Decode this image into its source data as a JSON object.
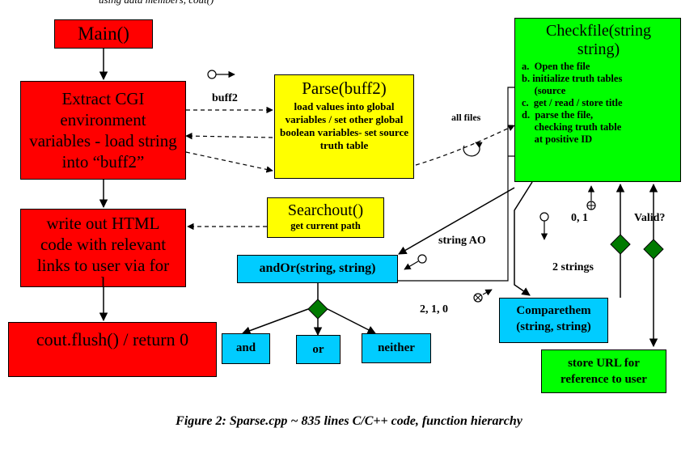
{
  "header_fragment": "using data members, cout()",
  "nodes": {
    "main": "Main()",
    "extract": "Extract CGI environment variables - load string into “buff2”",
    "write": "write out HTML code with relevant links to user via for",
    "write_cut": "l",
    "cout": "cout.flush() / return 0",
    "parse_title": "Parse(buff2)",
    "parse_desc": "load values into global variables / set other global boolean variables- set source truth table",
    "searchout_title": "Searchout()",
    "searchout_desc": "get current path",
    "andor": "andOr(string, string)",
    "and": "and",
    "or": "or",
    "neither": "neither",
    "checkfile_title": "Checkfile(string string)",
    "checkfile_steps": [
      "a.  Open the file",
      "b. initialize truth tables",
      "     (source",
      "c.  get / read / store title",
      "d.  parse the file,",
      "     checking truth table",
      "     at positive ID"
    ],
    "comparethem": "Comparethem (string, string)",
    "store": "store URL for reference to user"
  },
  "labels": {
    "buff2": "buff2",
    "all_files": "all files",
    "string_ao": "string AO",
    "two_strings": "2 strings",
    "two_one_zero": "2, 1, 0",
    "zero_one": "0, 1",
    "valid": "Valid?"
  },
  "colors": {
    "function_main": "#ff0000",
    "function_parse": "#ffff00",
    "function_check": "#00ff00",
    "function_compare": "#00ccff",
    "decision": "#007a00"
  },
  "caption": "Figure 2: Sparse.cpp ~ 835 lines C/C++ code, function hierarchy"
}
